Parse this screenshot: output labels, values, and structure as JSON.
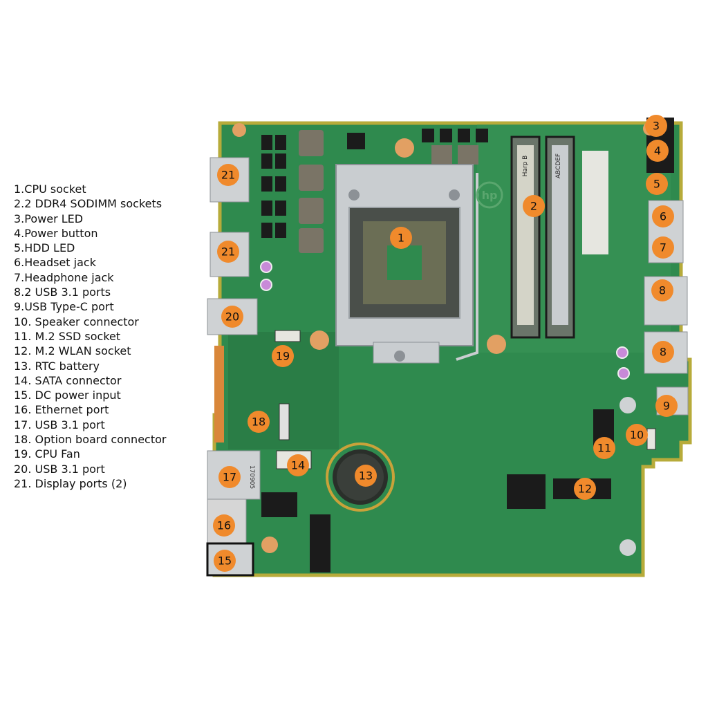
{
  "legend": [
    {
      "number": "1.",
      "label": "CPU socket"
    },
    {
      "number": "2.",
      "label": "2 DDR4 SODIMM sockets"
    },
    {
      "number": "3.",
      "label": "Power LED"
    },
    {
      "number": "4.",
      "label": "Power button"
    },
    {
      "number": "5.",
      "label": "HDD LED"
    },
    {
      "number": "6.",
      "label": "Headset jack"
    },
    {
      "number": "7.",
      "label": "Headphone jack"
    },
    {
      "number": "8.",
      "label": "2 USB 3.1 ports"
    },
    {
      "number": "9.",
      "label": "USB Type-C port"
    },
    {
      "number": "10.",
      "label": "Speaker connector"
    },
    {
      "number": "11.",
      "label": "M.2 SSD socket"
    },
    {
      "number": "12.",
      "label": "M.2 WLAN socket"
    },
    {
      "number": "13.",
      "label": "RTC battery"
    },
    {
      "number": "14.",
      "label": "SATA connector"
    },
    {
      "number": "15.",
      "label": "DC power input"
    },
    {
      "number": "16.",
      "label": "Ethernet port"
    },
    {
      "number": "17.",
      "label": "USB 3.1 port"
    },
    {
      "number": "18.",
      "label": "Option board connector"
    },
    {
      "number": "19.",
      "label": "CPU Fan"
    },
    {
      "number": "20.",
      "label": "USB 3.1 port"
    },
    {
      "number": "21.",
      "label": "Display ports (2)"
    }
  ],
  "callouts": [
    "1",
    "2",
    "3",
    "4",
    "5",
    "6",
    "7",
    "8",
    "8",
    "9",
    "10",
    "11",
    "12",
    "13",
    "14",
    "15",
    "16",
    "17",
    "18",
    "19",
    "20",
    "21",
    "21"
  ],
  "board_text": {
    "brand_logo": "hp",
    "dimm_label": "Harp B",
    "dimm_code": "ABCDEF",
    "usb_code": "170905"
  },
  "colors": {
    "pcb": "#2f8a4e",
    "pcb_dark": "#1f6b3a",
    "pcb_edge": "#b7ab3a",
    "callout": "#f08a2c",
    "metal": "#cfd2d4",
    "chip": "#1b1b1b"
  }
}
